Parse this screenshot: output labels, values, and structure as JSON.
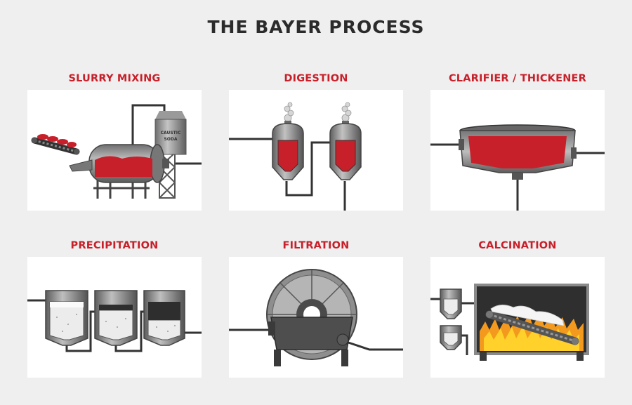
{
  "title": "THE BAYER PROCESS",
  "steps": [
    {
      "label": "SLURRY MIXING",
      "tank_label_line1": "CAUSTIC",
      "tank_label_line2": "SODA"
    },
    {
      "label": "DIGESTION"
    },
    {
      "label": "CLARIFIER / THICKENER"
    },
    {
      "label": "PRECIPITATION"
    },
    {
      "label": "FILTRATION"
    },
    {
      "label": "CALCINATION"
    }
  ],
  "colors": {
    "background": "#efefef",
    "title": "#2b2b2b",
    "label": "#c8202a",
    "slurry_red": "#c8202a",
    "steel": "#8a8a8a",
    "steel_dark": "#3a3a3a",
    "fire_orange": "#f39a1e",
    "fire_yellow": "#ffd12a"
  }
}
